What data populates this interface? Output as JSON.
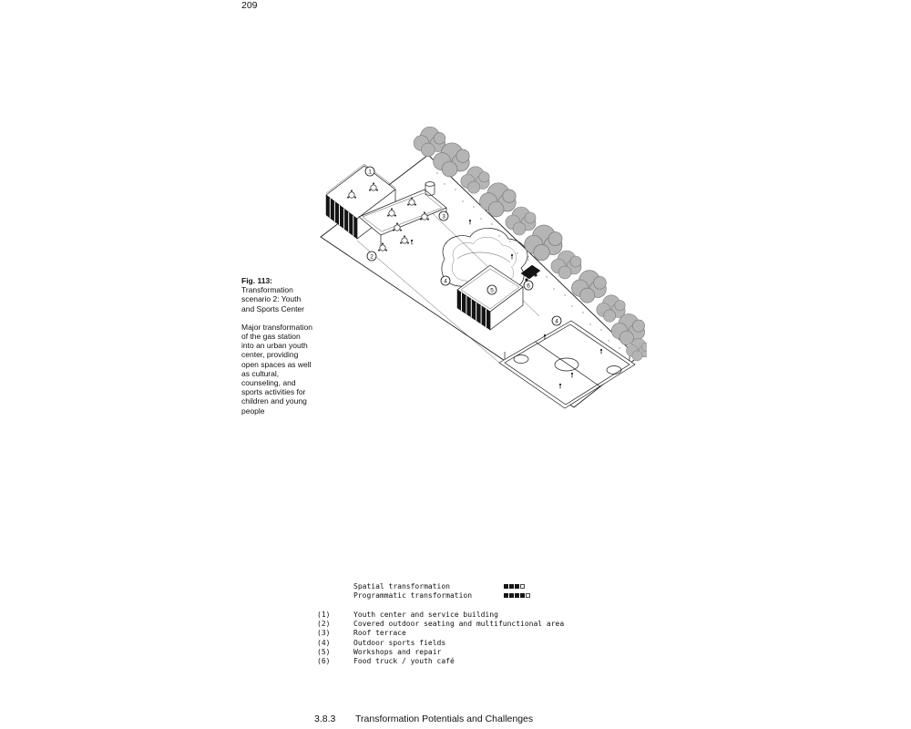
{
  "page": {
    "number": "209",
    "footer_num": "3.8.3",
    "footer_title": "Transformation Potentials and Challenges"
  },
  "caption": {
    "fig_label": "Fig. 113:",
    "fig_title": "Transformation scenario 2: Youth and Sports Center",
    "body": "Major transformation of the gas station into an urban youth center, providing open spaces as well as cultural, counseling, and sports activities for children and young people"
  },
  "legend": {
    "ratings": [
      {
        "label": "Spatial transformation",
        "filled": 3,
        "total": 4
      },
      {
        "label": "Programmatic transformation",
        "filled": 4,
        "total": 5
      }
    ],
    "items": [
      {
        "num": "(1)",
        "label": "Youth center and service building"
      },
      {
        "num": "(2)",
        "label": "Covered outdoor seating and multifunctional area"
      },
      {
        "num": "(3)",
        "label": "Roof terrace"
      },
      {
        "num": "(4)",
        "label": "Outdoor sports fields"
      },
      {
        "num": "(5)",
        "label": "Workshops and repair"
      },
      {
        "num": "(6)",
        "label": "Food truck / youth café"
      }
    ]
  },
  "figure": {
    "markers": [
      "1",
      "2",
      "3",
      "4",
      "5",
      "6",
      "4"
    ]
  }
}
